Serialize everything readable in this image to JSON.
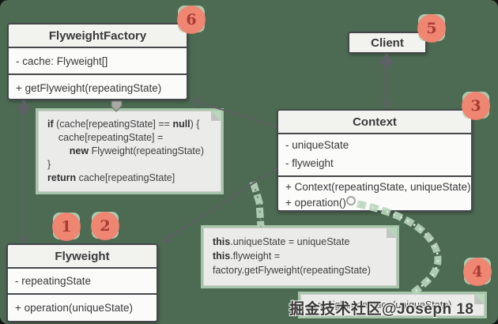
{
  "colors": {
    "background": "#4d6b53",
    "glow": "#b7d6ba",
    "badge": "#f5816e",
    "badge_text": "#a8322a",
    "line": "#5d6064",
    "box_border": "#45474b"
  },
  "classes": [
    {
      "title": "FlyweightFactory",
      "attributes": [
        "- cache: Flyweight[]"
      ],
      "methods": [
        "+ getFlyweight(repeatingState)"
      ]
    },
    {
      "title": "Client",
      "attributes": [],
      "methods": []
    },
    {
      "title": "Context",
      "attributes": [
        "- uniqueState",
        "- flyweight"
      ],
      "methods": [
        "+ Context(repeatingState, uniqueState)",
        "+ operation()"
      ]
    },
    {
      "title": "Flyweight",
      "attributes": [
        "- repeatingState"
      ],
      "methods": [
        "+ operation(uniqueState)"
      ]
    }
  ],
  "notes": [
    {
      "lines": [
        "if (cache[repeatingState] == null) {",
        "    cache[repeatingState] =",
        "        new Flyweight(repeatingState)",
        "}",
        "return cache[repeatingState]"
      ]
    },
    {
      "lines": [
        "this.uniqueState = uniqueState",
        "this.flyweight =",
        "factory.getFlyweight(repeatingState)"
      ]
    },
    {
      "lines": [
        "flyweight.operation(uniqueState)"
      ]
    }
  ],
  "code_keywords": [
    "if",
    "null",
    "new",
    "return",
    "this"
  ],
  "badges": [
    "1",
    "2",
    "3",
    "4",
    "5",
    "6"
  ],
  "watermark": {
    "text": "掘金技术社区@Joseph 18"
  }
}
